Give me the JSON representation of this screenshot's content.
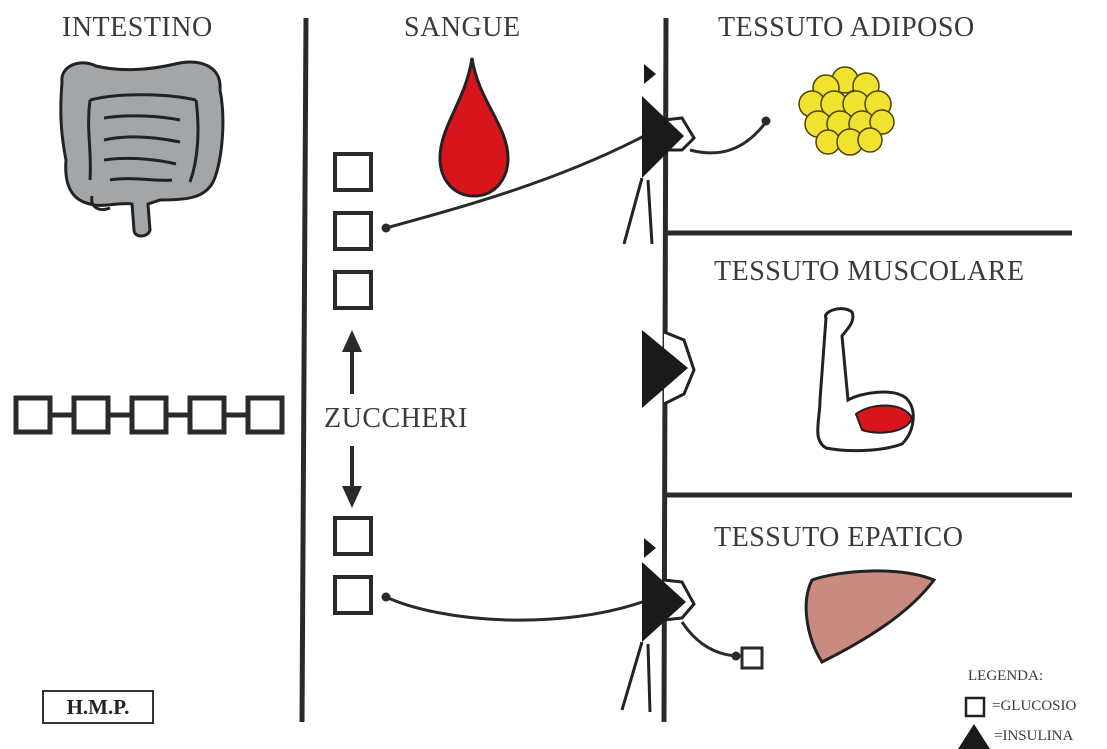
{
  "labels": {
    "intestine": "INTESTINO",
    "blood": "SANGUE",
    "adipose": "TESSUTO ADIPOSO",
    "muscle": "TESSUTO MUSCOLARE",
    "hepatic": "TESSUTO EPATICO",
    "sugars": "ZUCCHERI"
  },
  "badge": "H.M.P.",
  "legend": {
    "title": "LEGENDA:",
    "glucose": "=GLUCOSIO",
    "insulin": "=INSULINA"
  },
  "colors": {
    "line": "#2a2a2a",
    "blood": "#d8141c",
    "fat": "#f2e230",
    "liver": "#c98a80",
    "muscle_red": "#d8141c",
    "intestine": "#a3a6a8"
  },
  "icons": [
    "intestine-icon",
    "blood-drop-icon",
    "fat-cells-icon",
    "arm-muscle-icon",
    "liver-icon",
    "insulin-receptor-icon",
    "glucose-square-icon"
  ]
}
